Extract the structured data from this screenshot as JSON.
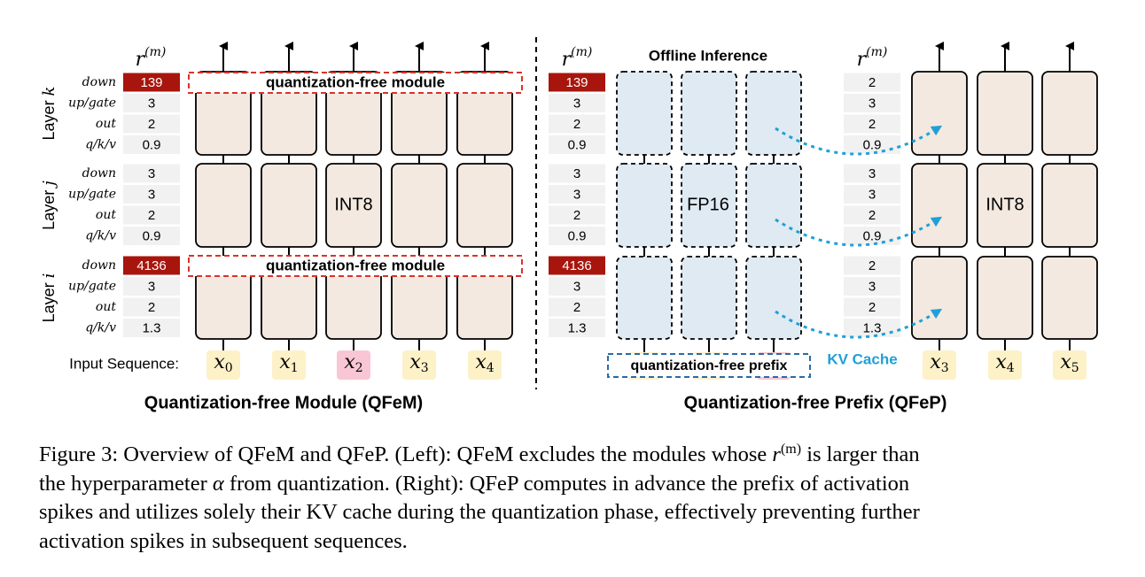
{
  "colors": {
    "red_badge": "#a8150d",
    "block_fill": "#f3e9e0",
    "prefix_fill": "#dfeaf3",
    "token_fill": "#fdf1c8",
    "token_pink": "#f8c6d4",
    "dash_red": "#d9332b",
    "dash_blue": "#2b6aa8",
    "kv_blue": "#1fa0d8",
    "cell_bg": "#f1f1f1"
  },
  "left": {
    "r_header": "r",
    "r_sup": "(m)",
    "layers": [
      {
        "name": "Layer",
        "idx": "k",
        "rows": [
          {
            "label": "down",
            "value": "139",
            "highlight": true
          },
          {
            "label": "up/gate",
            "value": "3",
            "highlight": false
          },
          {
            "label": "out",
            "value": "2",
            "highlight": false
          },
          {
            "label": "q/k/v",
            "value": "0.9",
            "highlight": false
          }
        ]
      },
      {
        "name": "Layer",
        "idx": "j",
        "rows": [
          {
            "label": "down",
            "value": "3",
            "highlight": false
          },
          {
            "label": "up/gate",
            "value": "3",
            "highlight": false
          },
          {
            "label": "out",
            "value": "2",
            "highlight": false
          },
          {
            "label": "q/k/v",
            "value": "0.9",
            "highlight": false
          }
        ]
      },
      {
        "name": "Layer",
        "idx": "i",
        "rows": [
          {
            "label": "down",
            "value": "4136",
            "highlight": true
          },
          {
            "label": "up/gate",
            "value": "3",
            "highlight": false
          },
          {
            "label": "out",
            "value": "2",
            "highlight": false
          },
          {
            "label": "q/k/v",
            "value": "1.3",
            "highlight": false
          }
        ]
      }
    ],
    "qfree_module": "quantization-free module",
    "int8": "INT8",
    "input_label": "Input Sequence:",
    "tokens": [
      "0",
      "1",
      "2",
      "3",
      "4"
    ],
    "title": "Quantization-free Module (QFeM)"
  },
  "right": {
    "r_header": "r",
    "r_sup": "(m)",
    "offline": "Offline Inference",
    "fp16": "FP16",
    "int8": "INT8",
    "prefix_values": [
      {
        "value": "139",
        "highlight": true
      },
      {
        "value": "3",
        "highlight": false
      },
      {
        "value": "2",
        "highlight": false
      },
      {
        "value": "0.9",
        "highlight": false
      },
      {
        "value": "3",
        "highlight": false
      },
      {
        "value": "3",
        "highlight": false
      },
      {
        "value": "2",
        "highlight": false
      },
      {
        "value": "0.9",
        "highlight": false
      },
      {
        "value": "4136",
        "highlight": true
      },
      {
        "value": "3",
        "highlight": false
      },
      {
        "value": "2",
        "highlight": false
      },
      {
        "value": "1.3",
        "highlight": false
      }
    ],
    "after_values": [
      "2",
      "3",
      "2",
      "0.9",
      "3",
      "3",
      "2",
      "0.9",
      "2",
      "3",
      "2",
      "1.3"
    ],
    "qfree_prefix": "quantization-free prefix",
    "kv_cache": "KV Cache",
    "tokens": [
      "3",
      "4",
      "5"
    ],
    "title": "Quantization-free Prefix (QFeP)"
  },
  "caption": {
    "l1a": "Figure 3: Overview of QFeM and QFeP. (Left): QFeM excludes the modules whose ",
    "l1_r": "r",
    "l1_sup": "(m)",
    "l1b": " is larger than",
    "l2a": "the hyperparameter ",
    "l2_alpha": "α",
    "l2b": " from quantization. (Right): QFeP computes in advance the prefix of activation",
    "l3": "spikes and utilizes solely their KV cache during the quantization phase, effectively preventing further",
    "l4": "activation spikes in subsequent sequences."
  }
}
